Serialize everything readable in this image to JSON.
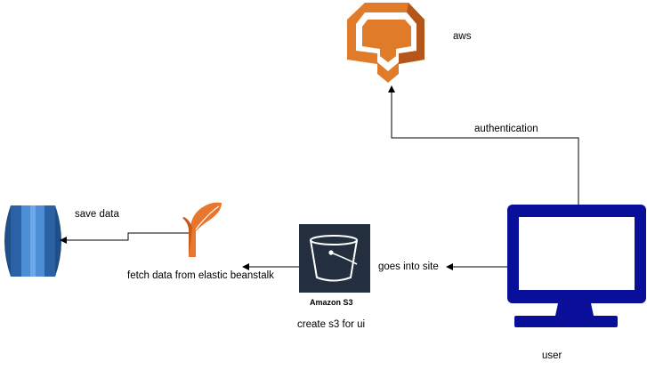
{
  "diagram": {
    "nodes": {
      "aws": {
        "label": "aws",
        "icon": "aws-cognito-icon",
        "color": "#e07b2a"
      },
      "user": {
        "label": "user",
        "icon": "monitor-icon",
        "color": "#0a0f9a"
      },
      "s3": {
        "badge": "Amazon S3",
        "label": "create s3 for ui",
        "icon": "s3-bucket-icon",
        "color": "#232f3e"
      },
      "beanstalk": {
        "label": "fetch data from  elastic beanstalk",
        "icon": "elastic-beanstalk-icon",
        "color": "#e8762c"
      },
      "database": {
        "label": "save data",
        "icon": "rds-database-icon",
        "color": "#2e73b8"
      }
    },
    "edges": [
      {
        "from": "user",
        "to": "aws",
        "label": "authentication"
      },
      {
        "from": "user",
        "to": "s3",
        "label": "goes into site"
      },
      {
        "from": "s3",
        "to": "beanstalk",
        "label": ""
      },
      {
        "from": "beanstalk",
        "to": "database",
        "label": ""
      }
    ]
  }
}
